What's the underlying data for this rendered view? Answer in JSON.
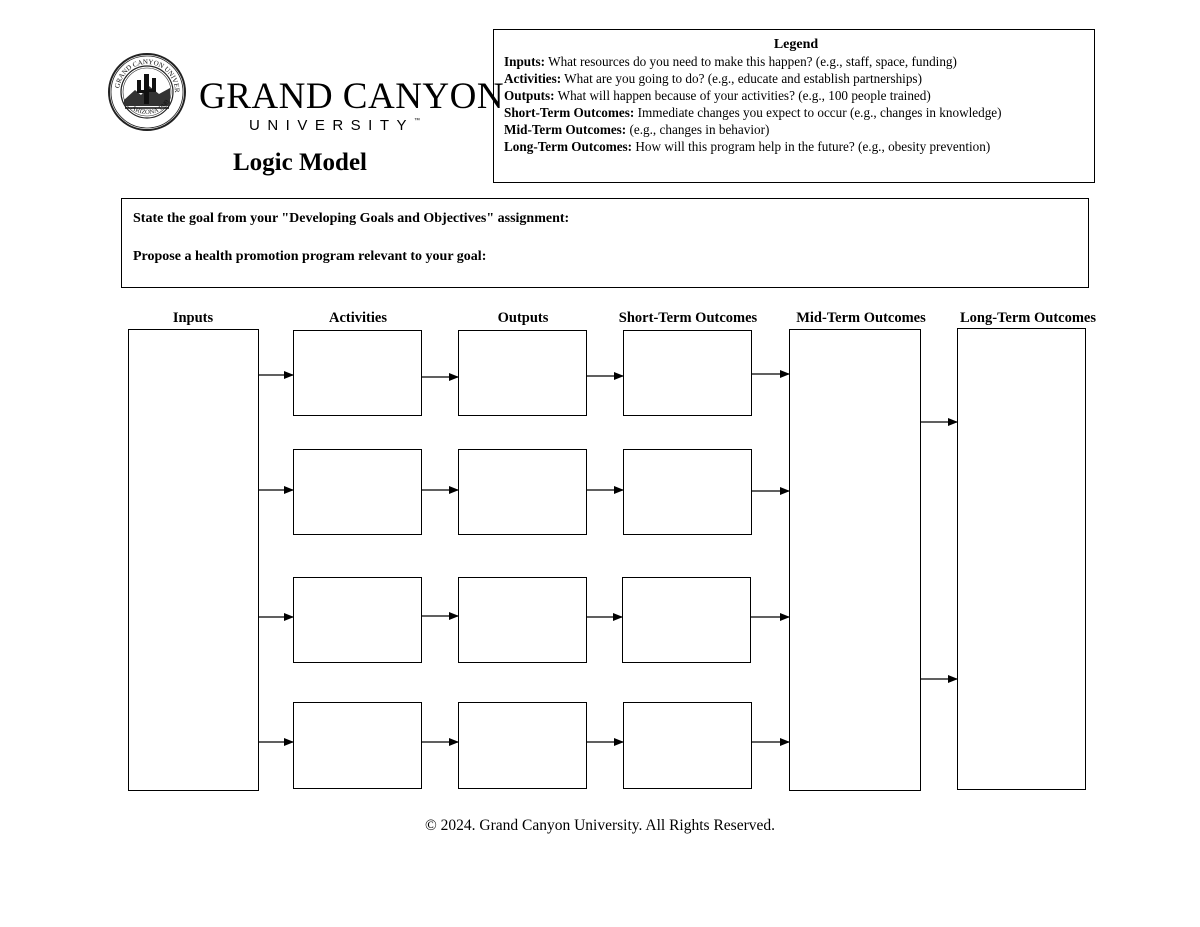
{
  "header": {
    "brand_name": "GRAND CANYON",
    "brand_sub": "UNIVERSITY",
    "brand_tm": "™",
    "seal_text_top": "GRAND CANYON UNIVERSITY",
    "seal_text_bottom": "ARIZONA 1949",
    "title": "Logic Model"
  },
  "legend": {
    "title": "Legend",
    "rows": [
      {
        "term": "Inputs:",
        "text": " What resources do you need to make this happen? (e.g., staff, space, funding)"
      },
      {
        "term": "Activities:",
        "text": " What are you going to do? (e.g., educate and establish partnerships)"
      },
      {
        "term": "Outputs:",
        "text": " What will happen because of your activities? (e.g., 100 people trained)"
      },
      {
        "term": "Short-Term Outcomes:",
        "text": " Immediate changes you expect to occur (e.g., changes in knowledge)"
      },
      {
        "term": "Mid-Term Outcomes:",
        "text": " (e.g., changes in behavior)"
      },
      {
        "term": "Long-Term Outcomes:",
        "text": " How will this program help in the future? (e.g., obesity prevention)"
      }
    ]
  },
  "goal": {
    "line1": "State the goal from your \"Developing Goals and Objectives\" assignment:",
    "line2": "Propose a health promotion program relevant to your goal:"
  },
  "columns": {
    "inputs": "Inputs",
    "activities": "Activities",
    "outputs": "Outputs",
    "short_term": "Short-Term Outcomes",
    "mid_term": "Mid-Term Outcomes",
    "long_term": "Long-Term Outcomes"
  },
  "footer": "© 2024. Grand Canyon University. All Rights Reserved."
}
